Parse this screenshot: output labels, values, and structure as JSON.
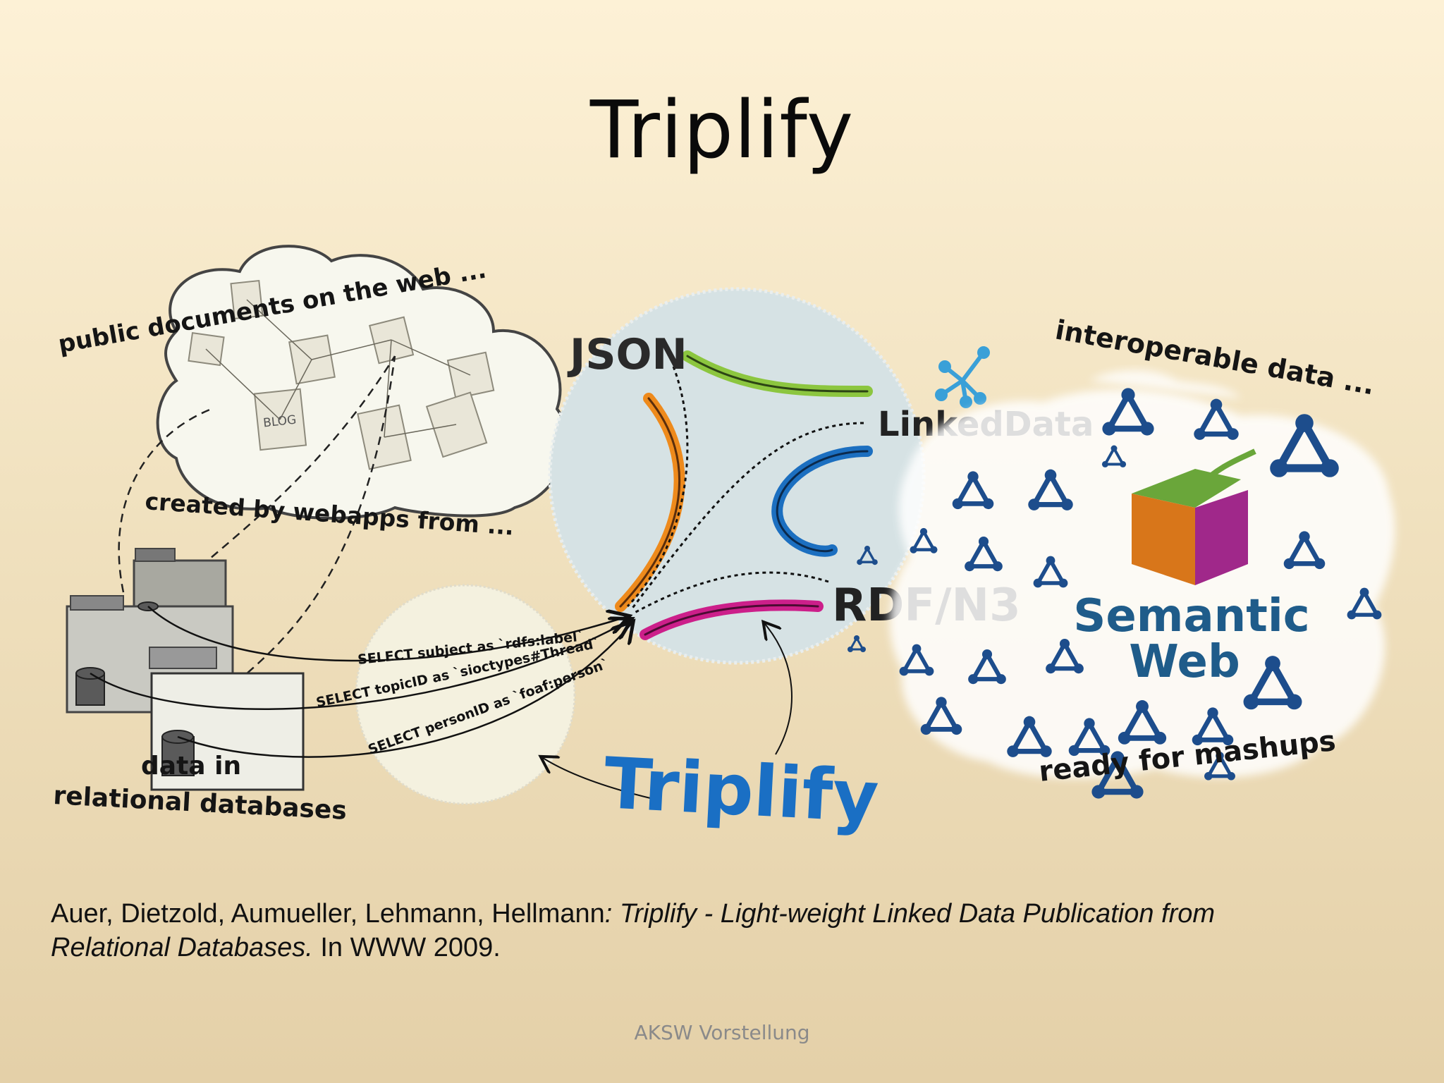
{
  "slide": {
    "title": "Triplify",
    "footer": "AKSW Vorstellung"
  },
  "diagram": {
    "cloud_label": "public documents on the web ...",
    "blog_label": "BLOG",
    "created_label": "created by webapps from ...",
    "db_label_line1": "data in",
    "db_label_line2": "relational databases",
    "sql_queries": [
      "SELECT subject as `rdfs:label`",
      "SELECT topicID as `sioctypes#Thread`",
      "SELECT personID as `foaf:person`"
    ],
    "formats": {
      "json": "JSON",
      "linked_data": "LinkedData",
      "rdf_n3": "RDF/N3"
    },
    "triplify_logo": "Triplify",
    "interoperable_label": "interoperable data ...",
    "semantic_web_line1": "Semantic",
    "semantic_web_line2": "Web",
    "mashups_label": "ready for mashups",
    "colors": {
      "json_arc": "#ee8a1c",
      "linked_arc": "#8cc63f",
      "rdf_arc_blue": "#1c6fc0",
      "rdf_arc_magenta": "#cc1f8a",
      "semantic_web_text": "#1f5c8a",
      "triplify_text": "#1a6fc4",
      "molecule": "#1d4d8c"
    }
  },
  "citation": {
    "authors": "Auer, Dietzold, Aumueller, Lehmann, Hellmann",
    "separator": ": ",
    "title_line1": "Triplify - Light-weight Linked Data Publication from",
    "title_line2": "Relational Databases.",
    "venue": " In WWW 2009."
  }
}
